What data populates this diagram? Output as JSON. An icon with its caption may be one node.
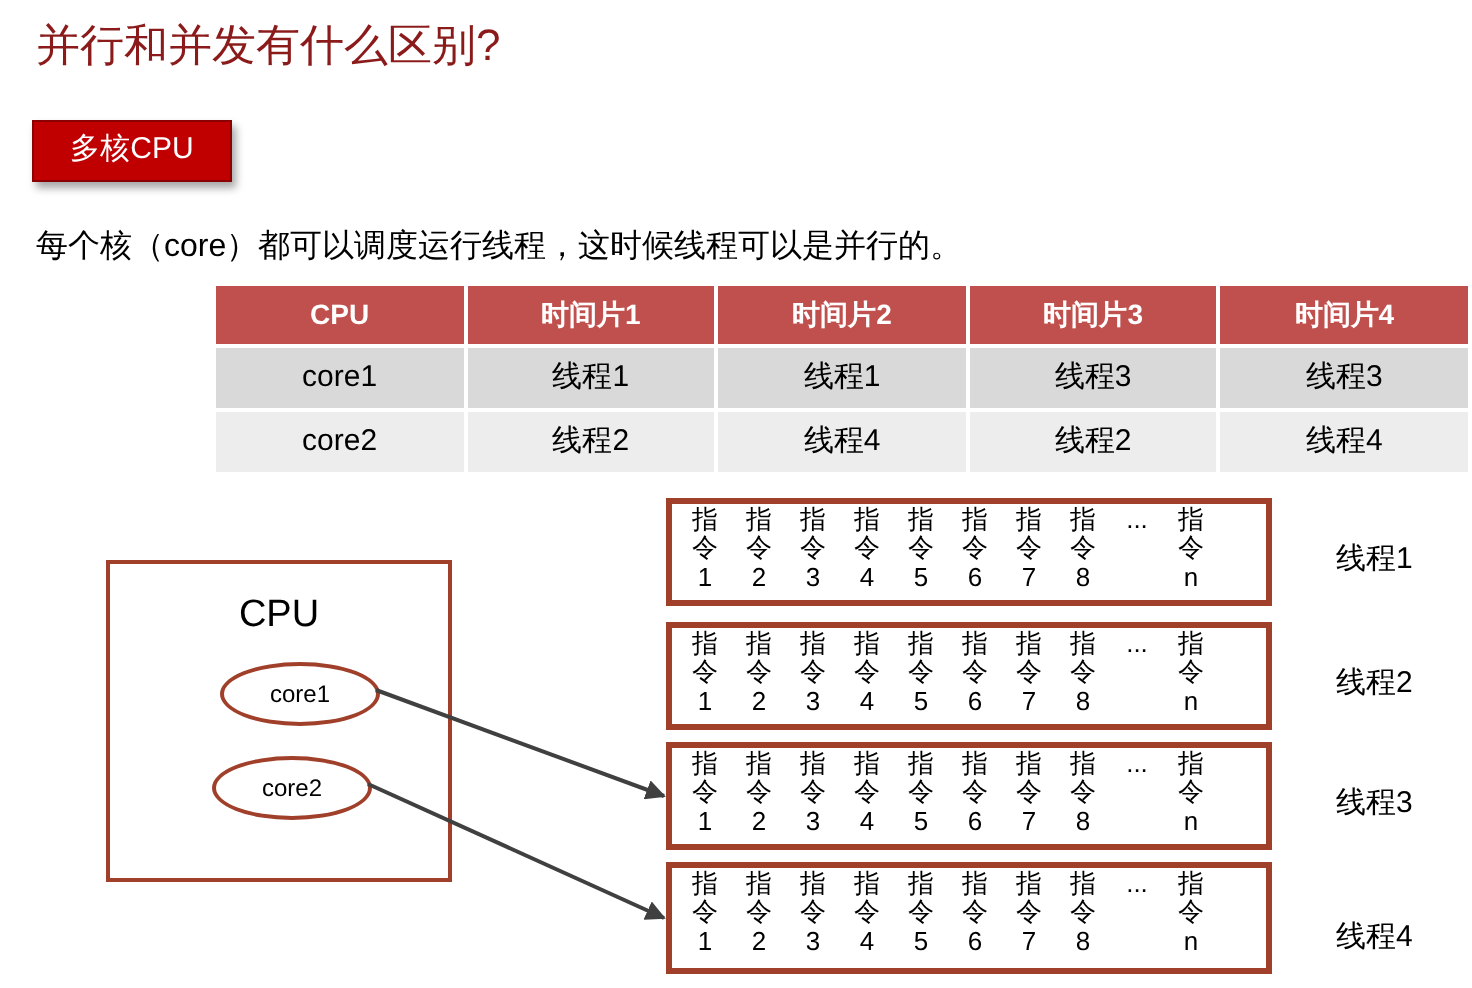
{
  "diagram": {
    "title": "并行和并发有什么区别?",
    "nodes": [
      {
        "text": [
          "多核CPU"
        ]
      },
      {
        "text": [
          "CPU"
        ]
      },
      {
        "text": [
          "core1"
        ],
        "in": 1
      },
      {
        "text": [
          "core2"
        ],
        "in": 1
      },
      {
        "text": [
          "指令1",
          "指令2",
          "指令3",
          "指令4",
          "指令5",
          "指令6",
          "指令7",
          "指令8",
          "...",
          "指令n"
        ],
        "beside": [
          "线程1"
        ]
      },
      {
        "text": [
          "指令1",
          "指令2",
          "指令3",
          "指令4",
          "指令5",
          "指令6",
          "指令7",
          "指令8",
          "...",
          "指令n"
        ],
        "beside": [
          "线程2"
        ]
      },
      {
        "text": [
          "指令1",
          "指令2",
          "指令3",
          "指令4",
          "指令5",
          "指令6",
          "指令7",
          "指令8",
          "...",
          "指令n"
        ],
        "beside": [
          "线程3"
        ]
      },
      {
        "text": [
          "指令1",
          "指令2",
          "指令3",
          "指令4",
          "指令5",
          "指令6",
          "指令7",
          "指令8",
          "...",
          "指令n"
        ],
        "beside": [
          "线程4"
        ]
      }
    ],
    "edges": [
      {
        "from": 2,
        "to": 6,
        "arrow": "to"
      },
      {
        "from": 3,
        "to": 7,
        "arrow": "to"
      }
    ],
    "labels": [
      "每个核（core）都可以调度运行线程，这时候线程可以是并行的。",
      "CPU",
      "时间片1",
      "时间片2",
      "时间片3",
      "时间片4",
      "core1",
      "线程1",
      "线程1",
      "线程3",
      "线程3",
      "core2",
      "线程2",
      "线程4",
      "线程2",
      "线程4"
    ]
  }
}
